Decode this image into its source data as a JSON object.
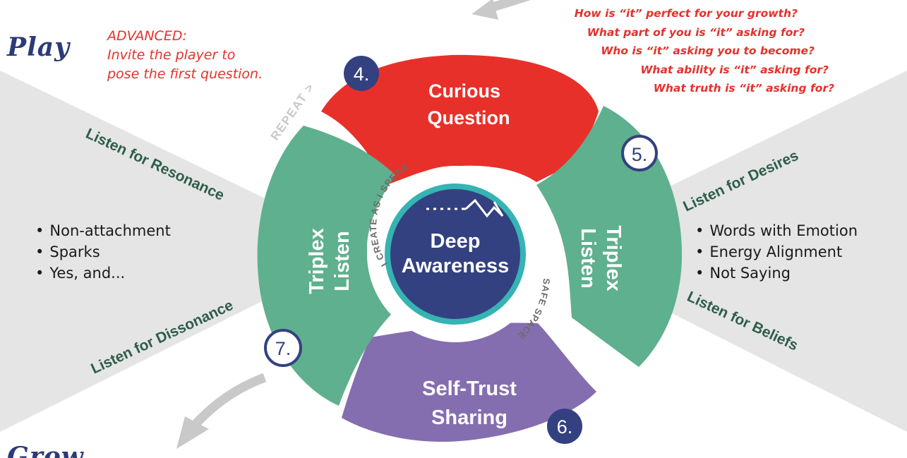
{
  "corner_labels": {
    "top_left": "Play",
    "bottom_left": "Grow"
  },
  "advanced_note": [
    "ADVANCED:",
    "Invite the player to",
    "pose the first question."
  ],
  "repeat_label": "REPEAT >",
  "questions": [
    "How is “it” perfect for your growth?",
    "What part of you is “it” asking for?",
    "Who is “it” asking you to become?",
    "What ability is “it” asking for?",
    "What truth is “it” asking for?"
  ],
  "segments": {
    "top": {
      "number": "4.",
      "title": [
        "Curious",
        "Question"
      ]
    },
    "right": {
      "number": "5.",
      "title": [
        "Triplex",
        "Listen"
      ]
    },
    "bottom": {
      "number": "6.",
      "title": [
        "Self-Trust",
        "Sharing"
      ]
    },
    "left": {
      "number": "7.",
      "title": [
        "Triplex",
        "Listen"
      ]
    }
  },
  "center": {
    "title": [
      "Deep",
      "Awareness"
    ],
    "ring_text_top": "I CREATE AS I SPEAK",
    "ring_text_bottom": "SAFE SPACE"
  },
  "left_panel": {
    "top_label": "Listen for Resonance",
    "bottom_label": "Listen for Dissonance",
    "bullets": [
      "Non-attachment",
      "Sparks",
      "Yes, and..."
    ]
  },
  "right_panel": {
    "top_label": "Listen for Desires",
    "bottom_label": "Listen for Beliefs",
    "bullets": [
      "Words with Emotion",
      "Energy Alignment",
      "Not Saying"
    ]
  },
  "colors": {
    "red": "#e8302a",
    "green": "#5fb08e",
    "purple": "#846eaf",
    "navy": "#344180",
    "teal": "#36b3b3",
    "panel_gray": "#e5e5e5",
    "dark_green_text": "#2f5d4b",
    "red_text": "#e5312b",
    "arrow_gray": "#c9c9c9"
  }
}
